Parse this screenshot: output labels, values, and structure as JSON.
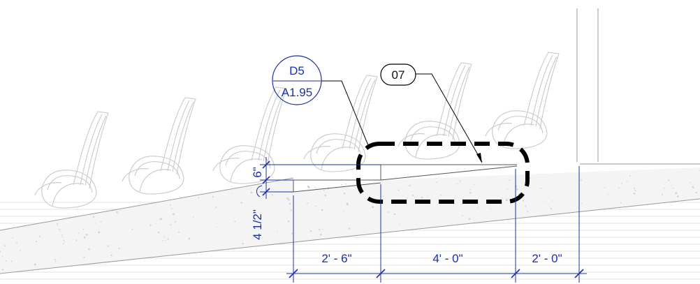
{
  "section_tag": {
    "detail": "D5",
    "sheet": "A1.95"
  },
  "keynote": {
    "number": "07"
  },
  "dimensions": {
    "riser_height": "6\"",
    "step_height": "4 1/2\"",
    "segments": [
      "2' - 6\"",
      "4' - 0\"",
      "2' - 0\""
    ]
  },
  "colors": {
    "dimension": "#1a2fa8",
    "revision_cloud": "#000000",
    "linework": "#9a9a9a"
  }
}
